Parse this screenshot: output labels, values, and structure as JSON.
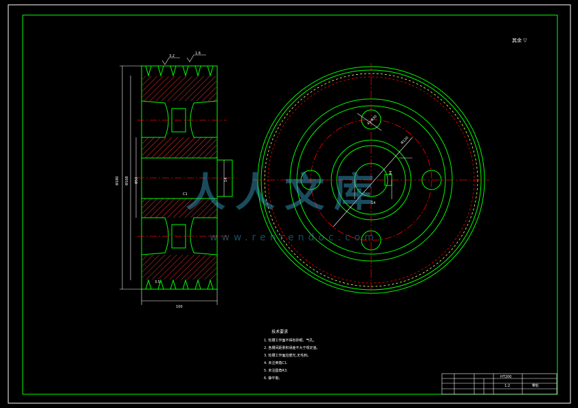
{
  "drawing": {
    "roughness_note": "其余 ▽",
    "tech": {
      "heading": "技术要求",
      "items": [
        "1. 轮槽工作面不得有砂眼、气孔。",
        "2. 各槽间距累积误差不大于规定值。",
        "3. 轮槽工作面应磨光,无毛刺。",
        "4. 未注倒角C1.",
        "5. 未注圆角R3.",
        "6. 静平衡。"
      ]
    },
    "title_block": {
      "material": "HT200",
      "part_name": "带轮",
      "scale": "1:2"
    },
    "labels": {
      "phi_tip": "Φ180",
      "phi_d": "Φ168",
      "phi_bore": "Φ50",
      "keyway": "14",
      "width": "100",
      "chamfer": "C1",
      "dim_hole": "4×Φ30",
      "pcd": "Φ120",
      "depth": "44",
      "left_t": "3.5",
      "ra1": "3.2",
      "ra2": "1.6"
    },
    "watermark": {
      "text": "人人文库",
      "url": "www.renrendoc.com"
    }
  }
}
